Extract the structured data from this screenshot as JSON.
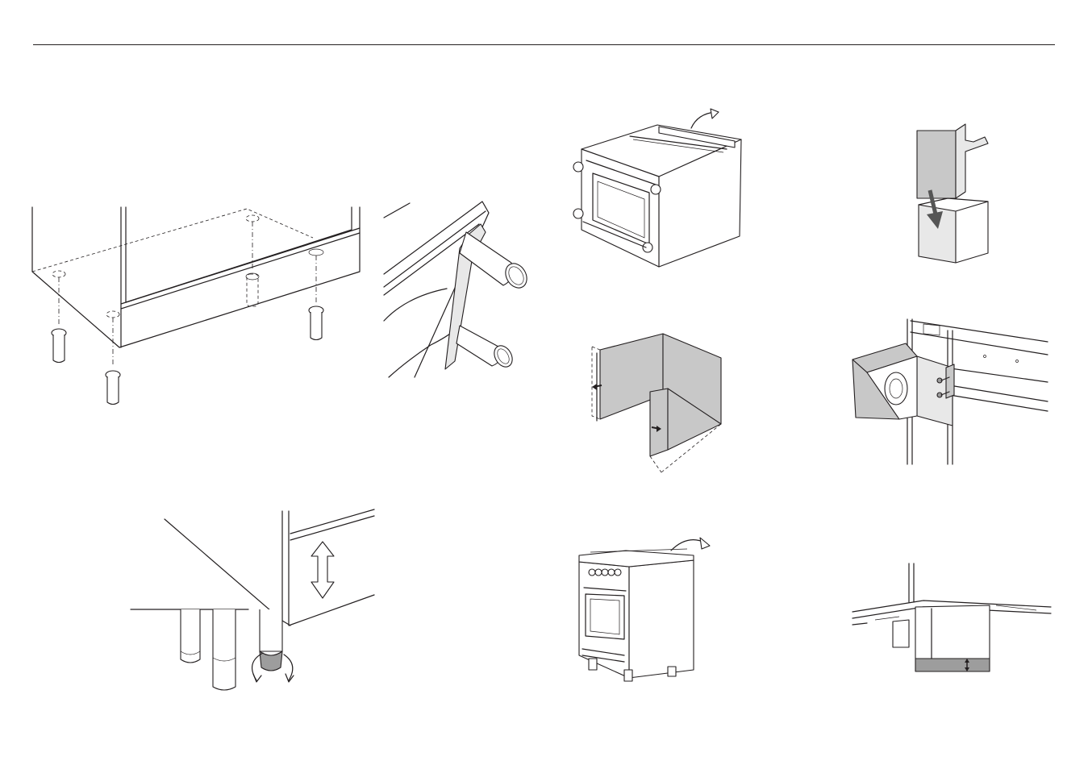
{
  "page": {
    "header_rule": true,
    "colors": {
      "line": "#231f20",
      "panel_gray": "#c8c8c8",
      "panel_dark": "#9d9d9d",
      "background": "#ffffff"
    }
  },
  "figures": [
    {
      "id": "feet-insert",
      "label": ""
    },
    {
      "id": "handle-rail",
      "label": ""
    },
    {
      "id": "foot-level-adjust",
      "label": ""
    },
    {
      "id": "cooker-tilt-back",
      "label": ""
    },
    {
      "id": "plinth-cover-slide",
      "label": ""
    },
    {
      "id": "plinth-fold",
      "label": ""
    },
    {
      "id": "bracket-fix",
      "label": ""
    },
    {
      "id": "range-tilt-back",
      "label": ""
    },
    {
      "id": "plinth-height-adjust",
      "label": ""
    }
  ]
}
